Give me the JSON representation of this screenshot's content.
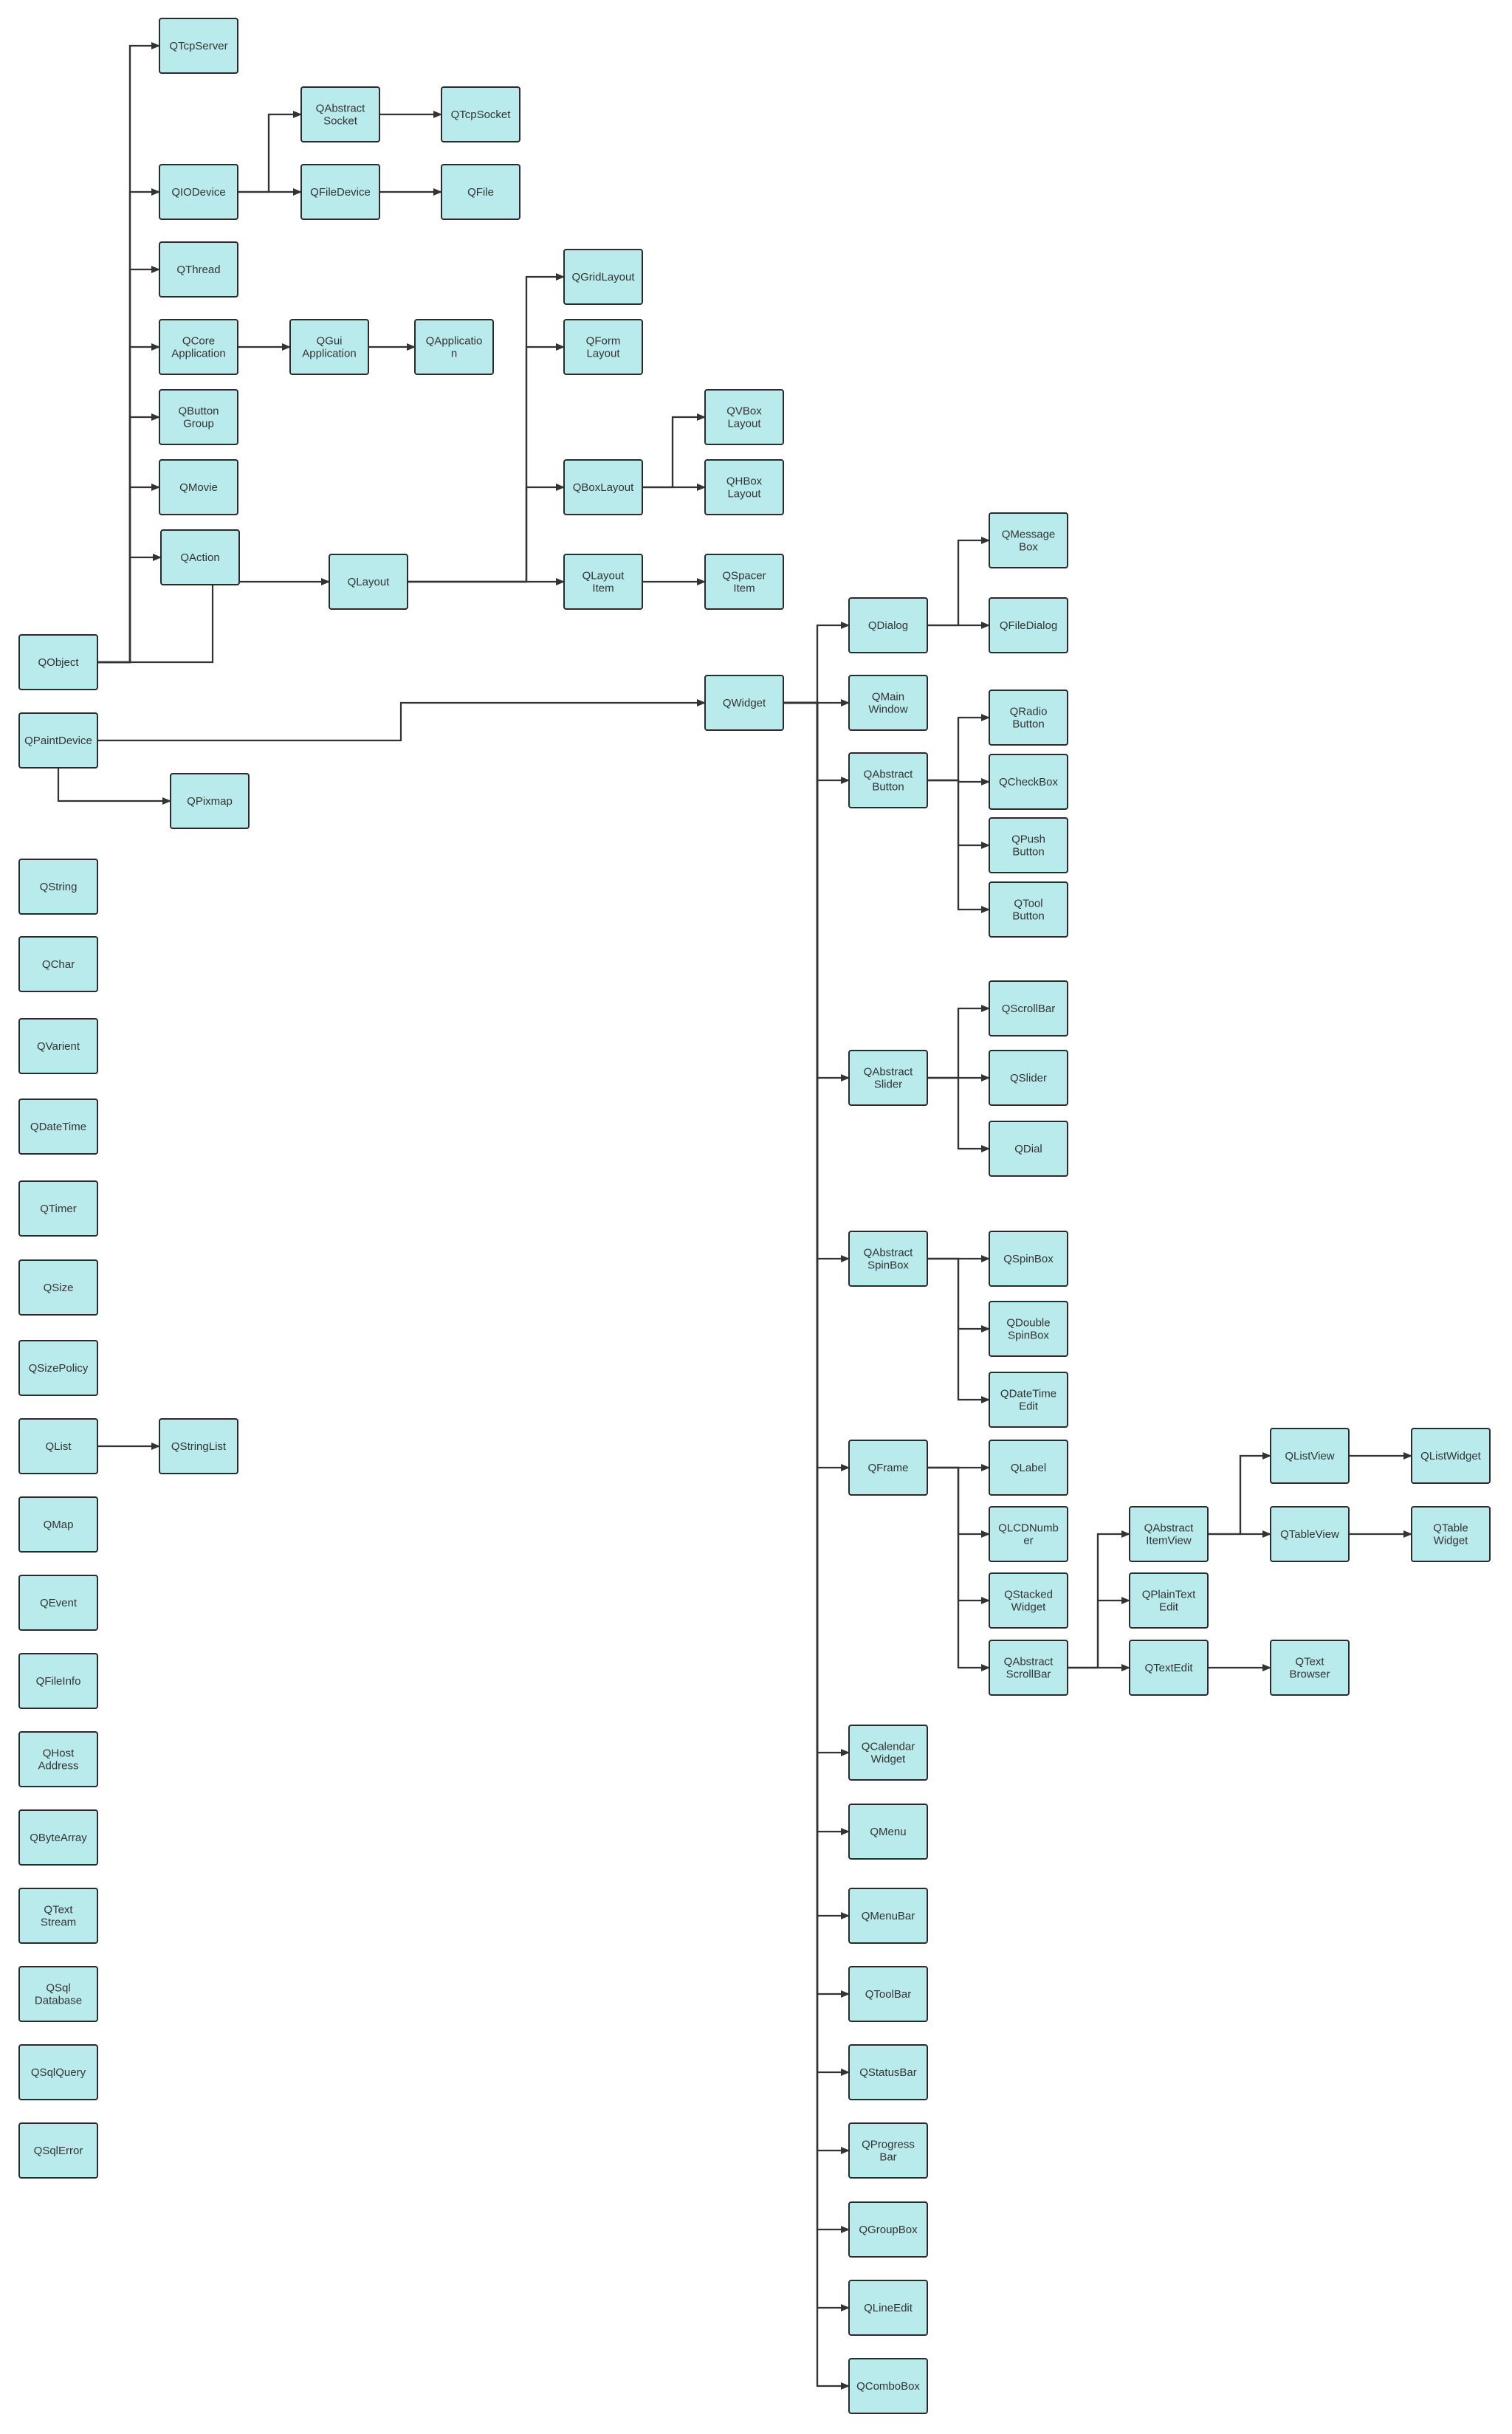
{
  "colors": {
    "node_fill": "#b9ebec",
    "node_stroke": "#2b2b2b",
    "edge": "#333333",
    "text": "#333333"
  },
  "nodes": [
    {
      "id": "QTcpServer",
      "lines": [
        "QTcpServer"
      ]
    },
    {
      "id": "QAbstractSocket",
      "lines": [
        "QAbstract",
        "Socket"
      ]
    },
    {
      "id": "QTcpSocket",
      "lines": [
        "QTcpSocket"
      ]
    },
    {
      "id": "QIODevice",
      "lines": [
        "QIODevice"
      ]
    },
    {
      "id": "QFileDevice",
      "lines": [
        "QFileDevice"
      ]
    },
    {
      "id": "QFile",
      "lines": [
        "QFile"
      ]
    },
    {
      "id": "QThread",
      "lines": [
        "QThread"
      ]
    },
    {
      "id": "QCoreApplication",
      "lines": [
        "QCore",
        "Application"
      ]
    },
    {
      "id": "QGuiApplication",
      "lines": [
        "QGui",
        "Application"
      ]
    },
    {
      "id": "QApplication",
      "lines": [
        "QApplicatio",
        "n"
      ]
    },
    {
      "id": "QButtonGroup",
      "lines": [
        "QButton",
        "Group"
      ]
    },
    {
      "id": "QMovie",
      "lines": [
        "QMovie"
      ]
    },
    {
      "id": "QAction",
      "lines": [
        "QAction"
      ]
    },
    {
      "id": "QLayout",
      "lines": [
        "QLayout"
      ]
    },
    {
      "id": "QGridLayout",
      "lines": [
        "QGridLayout"
      ]
    },
    {
      "id": "QFormLayout",
      "lines": [
        "QForm",
        "Layout"
      ]
    },
    {
      "id": "QBoxLayout",
      "lines": [
        "QBoxLayout"
      ]
    },
    {
      "id": "QVBoxLayout",
      "lines": [
        "QVBox",
        "Layout"
      ]
    },
    {
      "id": "QHBoxLayout",
      "lines": [
        "QHBox",
        "Layout"
      ]
    },
    {
      "id": "QLayoutItem",
      "lines": [
        "QLayout",
        "Item"
      ]
    },
    {
      "id": "QSpacerItem",
      "lines": [
        "QSpacer",
        "Item"
      ]
    },
    {
      "id": "QObject",
      "lines": [
        "QObject"
      ]
    },
    {
      "id": "QPaintDevice",
      "lines": [
        "QPaintDevice"
      ]
    },
    {
      "id": "QPixmap",
      "lines": [
        "QPixmap"
      ]
    },
    {
      "id": "QWidget",
      "lines": [
        "QWidget"
      ]
    },
    {
      "id": "QDialog",
      "lines": [
        "QDialog"
      ]
    },
    {
      "id": "QMessageBox",
      "lines": [
        "QMessage",
        "Box"
      ]
    },
    {
      "id": "QFileDialog",
      "lines": [
        "QFileDialog"
      ]
    },
    {
      "id": "QMainWindow",
      "lines": [
        "QMain",
        "Window"
      ]
    },
    {
      "id": "QAbstractButton",
      "lines": [
        "QAbstract",
        "Button"
      ]
    },
    {
      "id": "QRadioButton",
      "lines": [
        "QRadio",
        "Button"
      ]
    },
    {
      "id": "QCheckBox",
      "lines": [
        "QCheckBox"
      ]
    },
    {
      "id": "QPushButton",
      "lines": [
        "QPush",
        "Button"
      ]
    },
    {
      "id": "QToolButton",
      "lines": [
        "QTool",
        "Button"
      ]
    },
    {
      "id": "QAbstractSlider",
      "lines": [
        "QAbstract",
        "Slider"
      ]
    },
    {
      "id": "QScrollBar",
      "lines": [
        "QScrollBar"
      ]
    },
    {
      "id": "QSlider",
      "lines": [
        "QSlider"
      ]
    },
    {
      "id": "QDial",
      "lines": [
        "QDial"
      ]
    },
    {
      "id": "QAbstractSpinBox",
      "lines": [
        "QAbstract",
        "SpinBox"
      ]
    },
    {
      "id": "QSpinBox",
      "lines": [
        "QSpinBox"
      ]
    },
    {
      "id": "QDoubleSpinBox",
      "lines": [
        "QDouble",
        "SpinBox"
      ]
    },
    {
      "id": "QDateTimeEdit",
      "lines": [
        "QDateTime",
        "Edit"
      ]
    },
    {
      "id": "QFrame",
      "lines": [
        "QFrame"
      ]
    },
    {
      "id": "QLabel",
      "lines": [
        "QLabel"
      ]
    },
    {
      "id": "QLCDNumber",
      "lines": [
        "QLCDNumb",
        "er"
      ]
    },
    {
      "id": "QStackedWidget",
      "lines": [
        "QStacked",
        "Widget"
      ]
    },
    {
      "id": "QAbstractScrollBar",
      "lines": [
        "QAbstract",
        "ScrollBar"
      ]
    },
    {
      "id": "QAbstractItemView",
      "lines": [
        "QAbstract",
        "ItemView"
      ]
    },
    {
      "id": "QPlainTextEdit",
      "lines": [
        "QPlainText",
        "Edit"
      ]
    },
    {
      "id": "QTextEdit",
      "lines": [
        "QTextEdit"
      ]
    },
    {
      "id": "QListView",
      "lines": [
        "QListView"
      ]
    },
    {
      "id": "QTableView",
      "lines": [
        "QTableView"
      ]
    },
    {
      "id": "QTextBrowser",
      "lines": [
        "QText",
        "Browser"
      ]
    },
    {
      "id": "QListWidget",
      "lines": [
        "QListWidget"
      ]
    },
    {
      "id": "QTableWidget",
      "lines": [
        "QTable",
        "Widget"
      ]
    },
    {
      "id": "QCalendarWidget",
      "lines": [
        "QCalendar",
        "Widget"
      ]
    },
    {
      "id": "QMenu",
      "lines": [
        "QMenu"
      ]
    },
    {
      "id": "QMenuBar",
      "lines": [
        "QMenuBar"
      ]
    },
    {
      "id": "QToolBar",
      "lines": [
        "QToolBar"
      ]
    },
    {
      "id": "QStatusBar",
      "lines": [
        "QStatusBar"
      ]
    },
    {
      "id": "QProgressBar",
      "lines": [
        "QProgress",
        "Bar"
      ]
    },
    {
      "id": "QGroupBox",
      "lines": [
        "QGroupBox"
      ]
    },
    {
      "id": "QLineEdit",
      "lines": [
        "QLineEdit"
      ]
    },
    {
      "id": "QComboBox",
      "lines": [
        "QComboBox"
      ]
    },
    {
      "id": "QString",
      "lines": [
        "QString"
      ]
    },
    {
      "id": "QChar",
      "lines": [
        "QChar"
      ]
    },
    {
      "id": "QVarient",
      "lines": [
        "QVarient"
      ]
    },
    {
      "id": "QDateTime",
      "lines": [
        "QDateTime"
      ]
    },
    {
      "id": "QTimer",
      "lines": [
        "QTimer"
      ]
    },
    {
      "id": "QSize",
      "lines": [
        "QSize"
      ]
    },
    {
      "id": "QSizePolicy",
      "lines": [
        "QSizePolicy"
      ]
    },
    {
      "id": "QList",
      "lines": [
        "QList"
      ]
    },
    {
      "id": "QStringList",
      "lines": [
        "QStringList"
      ]
    },
    {
      "id": "QMap",
      "lines": [
        "QMap"
      ]
    },
    {
      "id": "QEvent",
      "lines": [
        "QEvent"
      ]
    },
    {
      "id": "QFileInfo",
      "lines": [
        "QFileInfo"
      ]
    },
    {
      "id": "QHostAddress",
      "lines": [
        "QHost",
        "Address"
      ]
    },
    {
      "id": "QByteArray",
      "lines": [
        "QByteArray"
      ]
    },
    {
      "id": "QTextStream",
      "lines": [
        "QText",
        "Stream"
      ]
    },
    {
      "id": "QSqlDatabase",
      "lines": [
        "QSql",
        "Database"
      ]
    },
    {
      "id": "QSqlQuery",
      "lines": [
        "QSqlQuery"
      ]
    },
    {
      "id": "QSqlError",
      "lines": [
        "QSqlError"
      ]
    }
  ],
  "edges": [
    [
      "QObject",
      "QTcpServer"
    ],
    [
      "QObject",
      "QIODevice"
    ],
    [
      "QObject",
      "QThread"
    ],
    [
      "QObject",
      "QCoreApplication"
    ],
    [
      "QObject",
      "QButtonGroup"
    ],
    [
      "QObject",
      "QMovie"
    ],
    [
      "QObject",
      "QAction"
    ],
    [
      "QObject",
      "QLayout"
    ],
    [
      "QIODevice",
      "QAbstractSocket"
    ],
    [
      "QIODevice",
      "QFileDevice"
    ],
    [
      "QAbstractSocket",
      "QTcpSocket"
    ],
    [
      "QFileDevice",
      "QFile"
    ],
    [
      "QCoreApplication",
      "QGuiApplication"
    ],
    [
      "QGuiApplication",
      "QApplication"
    ],
    [
      "QLayout",
      "QGridLayout"
    ],
    [
      "QLayout",
      "QFormLayout"
    ],
    [
      "QLayout",
      "QBoxLayout"
    ],
    [
      "QLayout",
      "QLayoutItem"
    ],
    [
      "QBoxLayout",
      "QVBoxLayout"
    ],
    [
      "QBoxLayout",
      "QHBoxLayout"
    ],
    [
      "QLayoutItem",
      "QSpacerItem"
    ],
    [
      "QPaintDevice",
      "QWidget"
    ],
    [
      "QPaintDevice",
      "QPixmap"
    ],
    [
      "QWidget",
      "QDialog"
    ],
    [
      "QWidget",
      "QMainWindow"
    ],
    [
      "QWidget",
      "QAbstractButton"
    ],
    [
      "QWidget",
      "QAbstractSlider"
    ],
    [
      "QWidget",
      "QAbstractSpinBox"
    ],
    [
      "QWidget",
      "QFrame"
    ],
    [
      "QWidget",
      "QCalendarWidget"
    ],
    [
      "QWidget",
      "QMenu"
    ],
    [
      "QWidget",
      "QMenuBar"
    ],
    [
      "QWidget",
      "QToolBar"
    ],
    [
      "QWidget",
      "QStatusBar"
    ],
    [
      "QWidget",
      "QProgressBar"
    ],
    [
      "QWidget",
      "QGroupBox"
    ],
    [
      "QWidget",
      "QLineEdit"
    ],
    [
      "QWidget",
      "QComboBox"
    ],
    [
      "QDialog",
      "QMessageBox"
    ],
    [
      "QDialog",
      "QFileDialog"
    ],
    [
      "QAbstractButton",
      "QRadioButton"
    ],
    [
      "QAbstractButton",
      "QCheckBox"
    ],
    [
      "QAbstractButton",
      "QPushButton"
    ],
    [
      "QAbstractButton",
      "QToolButton"
    ],
    [
      "QAbstractSlider",
      "QScrollBar"
    ],
    [
      "QAbstractSlider",
      "QSlider"
    ],
    [
      "QAbstractSlider",
      "QDial"
    ],
    [
      "QAbstractSpinBox",
      "QSpinBox"
    ],
    [
      "QAbstractSpinBox",
      "QDoubleSpinBox"
    ],
    [
      "QAbstractSpinBox",
      "QDateTimeEdit"
    ],
    [
      "QFrame",
      "QLabel"
    ],
    [
      "QFrame",
      "QLCDNumber"
    ],
    [
      "QFrame",
      "QStackedWidget"
    ],
    [
      "QFrame",
      "QAbstractScrollBar"
    ],
    [
      "QAbstractScrollBar",
      "QAbstractItemView"
    ],
    [
      "QAbstractScrollBar",
      "QPlainTextEdit"
    ],
    [
      "QAbstractScrollBar",
      "QTextEdit"
    ],
    [
      "QAbstractItemView",
      "QListView"
    ],
    [
      "QAbstractItemView",
      "QTableView"
    ],
    [
      "QListView",
      "QListWidget"
    ],
    [
      "QTableView",
      "QTableWidget"
    ],
    [
      "QTextEdit",
      "QTextBrowser"
    ],
    [
      "QList",
      "QStringList"
    ]
  ]
}
